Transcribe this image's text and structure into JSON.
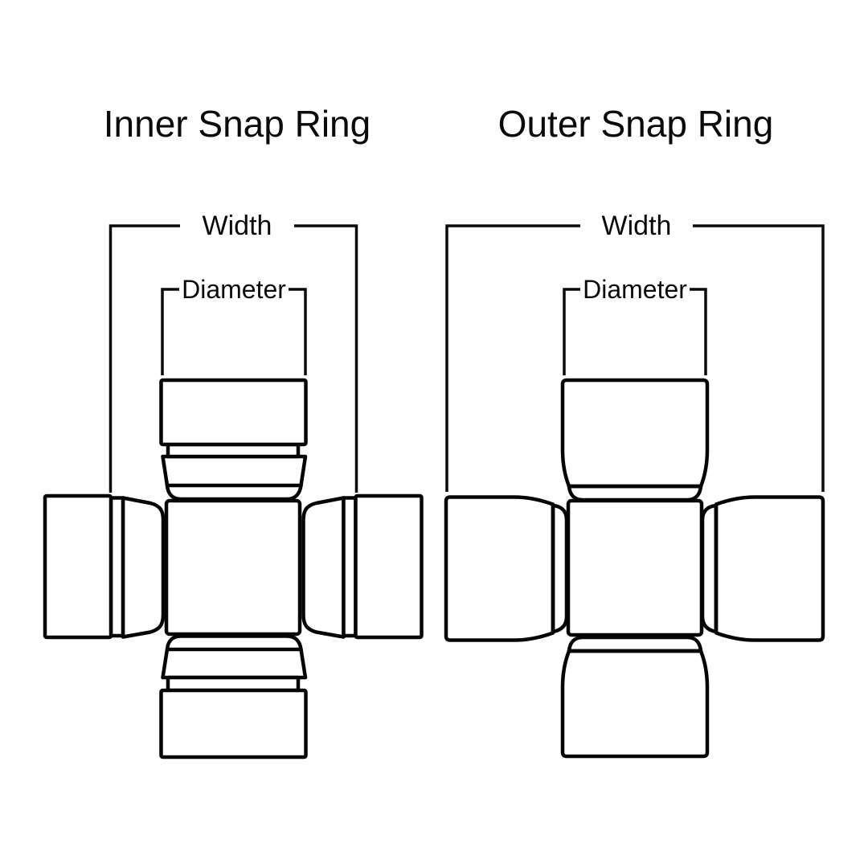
{
  "colors": {
    "background": "#ffffff",
    "ink": "#050505"
  },
  "inner_diagram": {
    "title": "Inner Snap Ring",
    "width_label": "Width",
    "diameter_label": "Diameter"
  },
  "outer_diagram": {
    "title": "Outer Snap Ring",
    "width_label": "Width",
    "diameter_label": "Diameter"
  }
}
